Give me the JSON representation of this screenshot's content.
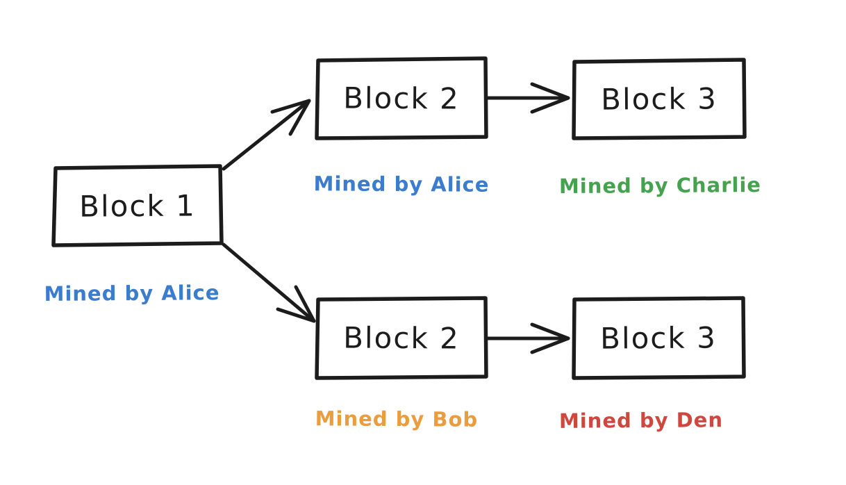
{
  "diagram": {
    "description": "Blockchain fork diagram: Block 1 forks into two chains of Block 2 and Block 3",
    "colors": {
      "stroke": "#1c1c1c",
      "blue": "#3b7ccd",
      "green": "#46a24f",
      "orange": "#e99d3e",
      "red": "#cf4840"
    },
    "nodes": [
      {
        "id": "block-1",
        "label": "Block 1"
      },
      {
        "id": "block-2-top",
        "label": "Block 2"
      },
      {
        "id": "block-3-top",
        "label": "Block 3"
      },
      {
        "id": "block-2-bottom",
        "label": "Block 2"
      },
      {
        "id": "block-3-bottom",
        "label": "Block 3"
      }
    ],
    "annotations": [
      {
        "id": "miner-block-1",
        "text": "Mined by Alice",
        "color": "#3b7ccd"
      },
      {
        "id": "miner-block-2-top",
        "text": "Mined by Alice",
        "color": "#3b7ccd"
      },
      {
        "id": "miner-block-3-top",
        "text": "Mined by Charlie",
        "color": "#46a24f"
      },
      {
        "id": "miner-block-2-bottom",
        "text": "Mined by Bob",
        "color": "#e99d3e"
      },
      {
        "id": "miner-block-3-bottom",
        "text": "Mined by Den",
        "color": "#cf4840"
      }
    ],
    "edges": [
      {
        "from": "block-1",
        "to": "block-2-top"
      },
      {
        "from": "block-1",
        "to": "block-2-bottom"
      },
      {
        "from": "block-2-top",
        "to": "block-3-top"
      },
      {
        "from": "block-2-bottom",
        "to": "block-3-bottom"
      }
    ]
  }
}
